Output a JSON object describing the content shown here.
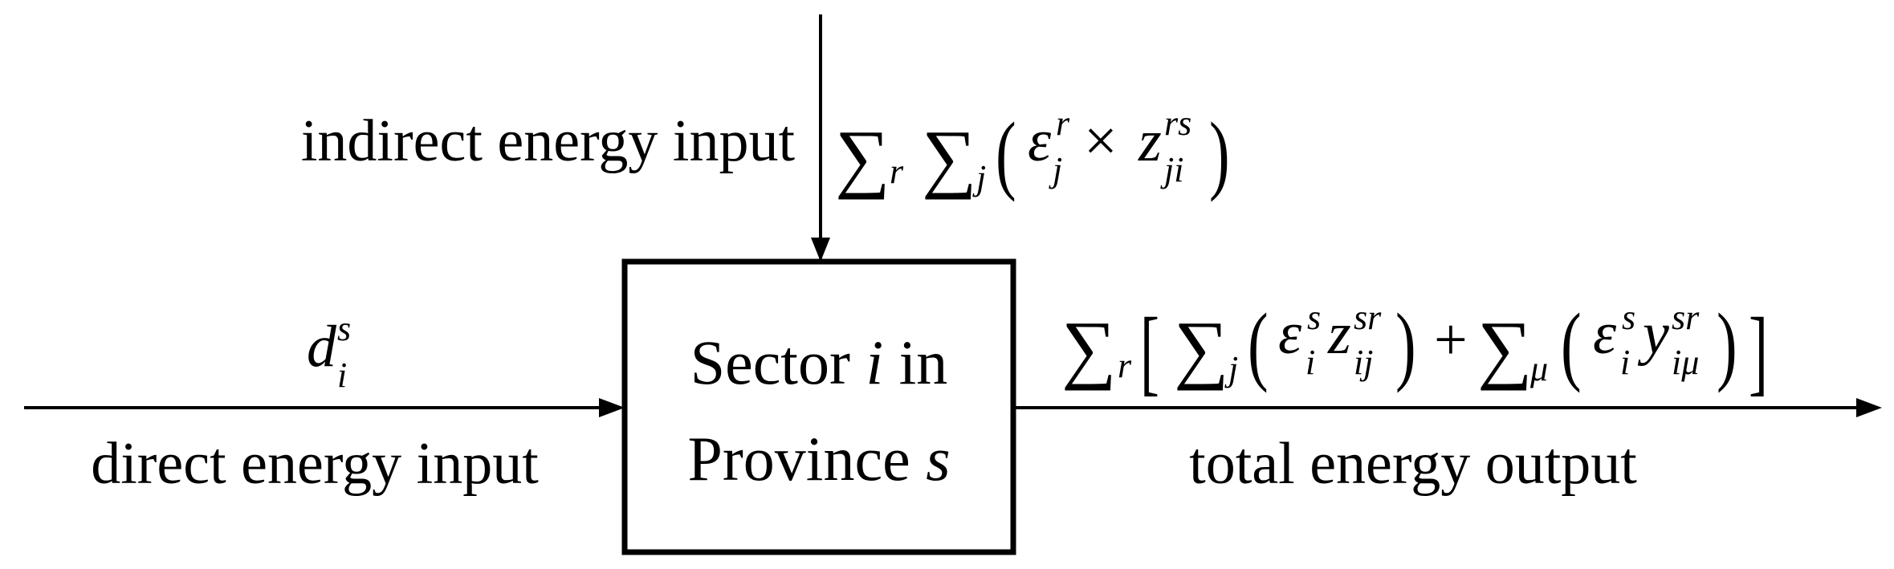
{
  "box": {
    "line1_text": "Sector ",
    "line1_var": "i",
    "line1_suffix": " in",
    "line2_text": "Province ",
    "line2_var": "s"
  },
  "inputs": {
    "indirect_label": "indirect energy input",
    "direct_label": "direct energy input"
  },
  "outputs": {
    "total_label": "total energy output"
  },
  "formulas": {
    "indirect": "Σ_r Σ_j (ε_j^r × z_ji^rs)",
    "direct": "d_i^s",
    "total": "Σ_r [ Σ_j (ε_i^s z_ij^sr) + Σ_μ (ε_i^s y_iμ^sr) ]"
  },
  "symbols": {
    "sum": "∑",
    "times": "×",
    "plus": "+",
    "lparen": "(",
    "rparen": ")",
    "lbracket": "[",
    "rbracket": "]",
    "r": "r",
    "j": "j",
    "s": "s",
    "i": "i",
    "mu": "μ",
    "rs": "rs",
    "sr": "sr",
    "ji": "ji",
    "ij": "ij",
    "imu": "iμ",
    "epsilon": "ε",
    "z": "z",
    "y": "y",
    "d": "d"
  }
}
